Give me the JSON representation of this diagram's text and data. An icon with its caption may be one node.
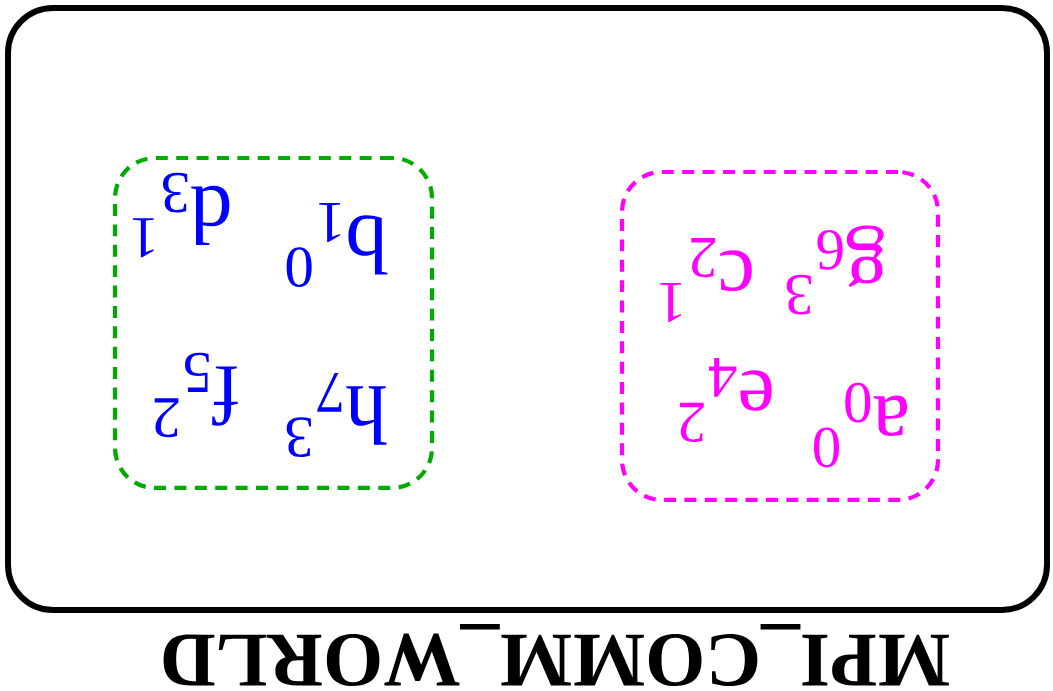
{
  "diagram": {
    "nodes": [
      {
        "text": [
          "MPI_COMM_WORLD"
        ]
      },
      {
        "text": [
          "a$_{0}$$^{0}$",
          "e$_{4}$$^{2}$",
          "g$_{6}$$^{3}$",
          "c$_{2}$$^{1}$"
        ],
        "in": 0
      },
      {
        "text": [
          "h$_{7}$$^{3}$",
          "f$_{5}$$^{2}$",
          "b$_{1}$$^{0}$",
          "d$_{3}$$^{1}$"
        ],
        "in": 0
      }
    ]
  }
}
